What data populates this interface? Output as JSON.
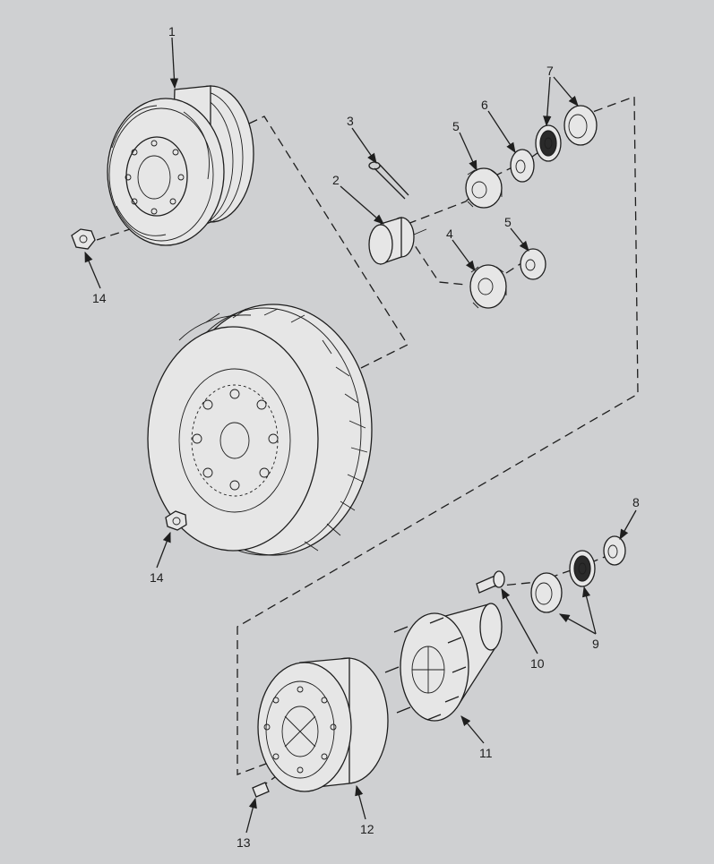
{
  "figure": {
    "background": "#cfd0d2",
    "ink": "#1e1e1e",
    "callouts": {
      "c1": "1",
      "c2": "2",
      "c3": "3",
      "c4": "4",
      "c5a": "5",
      "c5b": "5",
      "c6": "6",
      "c7": "7",
      "c8": "8",
      "c9": "9",
      "c10": "10",
      "c11": "11",
      "c12": "12",
      "c13": "13",
      "c14a": "14",
      "c14b": "14"
    }
  }
}
